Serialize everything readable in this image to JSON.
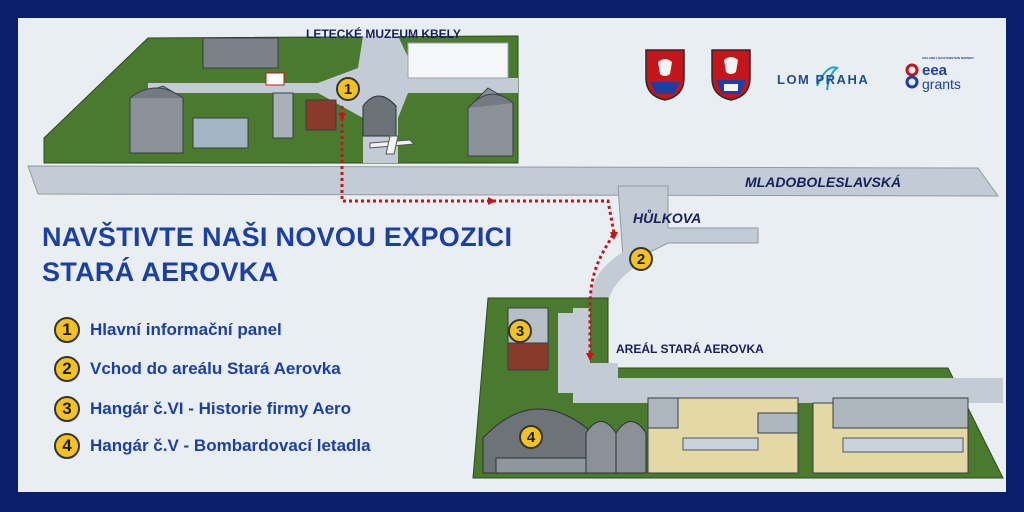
{
  "title_line1": "NAVŠTIVTE NAŠI NOVOU EXPOZICI",
  "title_line2": "STARÁ AEROVKA",
  "labels": {
    "museum": "LETECKÉ MUZEUM KBELY",
    "street_main": "MLADOBOLESLAVSKÁ",
    "street_side": "HŮLKOVA",
    "area": "AREÁL STARÁ AEROVKA"
  },
  "legend": [
    {
      "number": "1",
      "text": "Hlavní informační panel"
    },
    {
      "number": "2",
      "text": "Vchod do areálu Stará Aerovka"
    },
    {
      "number": "3",
      "text": "Hangár č.VI - Historie firmy Aero"
    },
    {
      "number": "4",
      "text": "Hangár č.V - Bombardovací letadla"
    }
  ],
  "map_markers": [
    "1",
    "2",
    "3",
    "4"
  ],
  "logos": {
    "lom_text": "LOM PRAHA",
    "eea_line1": "eea",
    "eea_line2": "grants",
    "eea_small": "ICELAND LIECHTENSTEIN NORWAY"
  },
  "colors": {
    "frame": "#0a1e6e",
    "background": "#e9eef2",
    "grass": "#4a7a2e",
    "road": "#c3ccd4",
    "title": "#1c3fa6",
    "badge": "#f3c21c",
    "route": "#c4151c"
  },
  "icons": [
    "crest-icon-1",
    "crest-icon-2",
    "lom-praha-logo",
    "eea-grants-logo",
    "airplane-icon"
  ]
}
